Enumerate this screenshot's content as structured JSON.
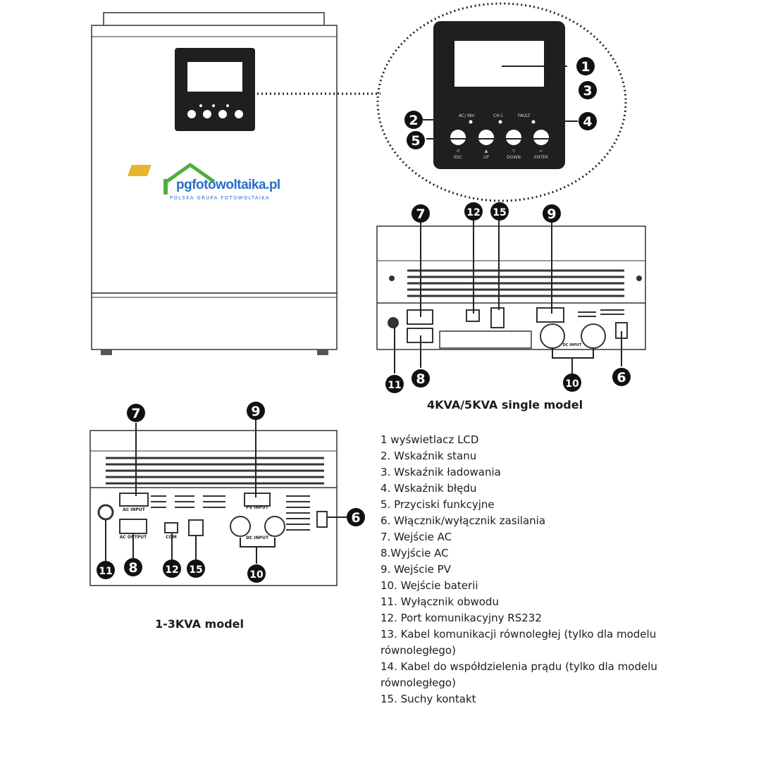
{
  "logo": {
    "name": "pgfotowoltaika.pl",
    "tagline": "POLSKA GRUPA FOTOWOLTAIKA"
  },
  "panel": {
    "indicators": [
      "AC/ INV",
      "CHG",
      "FAULT"
    ],
    "buttons": [
      {
        "glyph": "↺",
        "label": "ESC"
      },
      {
        "glyph": "▲",
        "label": "UP"
      },
      {
        "glyph": "▽",
        "label": "DOWN"
      },
      {
        "glyph": "↵",
        "label": "ENTER"
      }
    ]
  },
  "port_labels": {
    "ac_input": "AC INPUT",
    "ac_output": "AC OUTPUT",
    "pv_input": "PV INPUT",
    "dc_input": "DC INPUT",
    "com": "COM"
  },
  "callouts": [
    "1",
    "2",
    "3",
    "4",
    "5",
    "6",
    "7",
    "8",
    "9",
    "10",
    "11",
    "12",
    "15"
  ],
  "captions": {
    "large_model": "4KVA/5KVA single model",
    "small_model": "1-3KVA model"
  },
  "legend": [
    "1 wyświetlacz LCD",
    "2. Wskaźnik stanu",
    "3. Wskaźnik ładowania",
    "4. Wskaźnik błędu",
    "5. Przyciski funkcyjne",
    "6. Włącznik/wyłącznik zasilania",
    "7. Wejście AC",
    "8.Wyjście AC",
    "9. Wejście PV",
    "10. Wejście baterii",
    "11. Wyłącznik obwodu",
    "12. Port komunikacyjny RS232",
    "13. Kabel komunikacji równoległej (tylko dla modelu równoległego)",
    "14. Kabel do współdzielenia prądu (tylko dla modelu równoległego)",
    "15. Suchy kontakt"
  ],
  "colors": {
    "logo_blue": "#2a6ec6",
    "logo_green": "#4caf3a",
    "logo_yellow": "#e8b62a",
    "panel": "#1f1f1f"
  }
}
